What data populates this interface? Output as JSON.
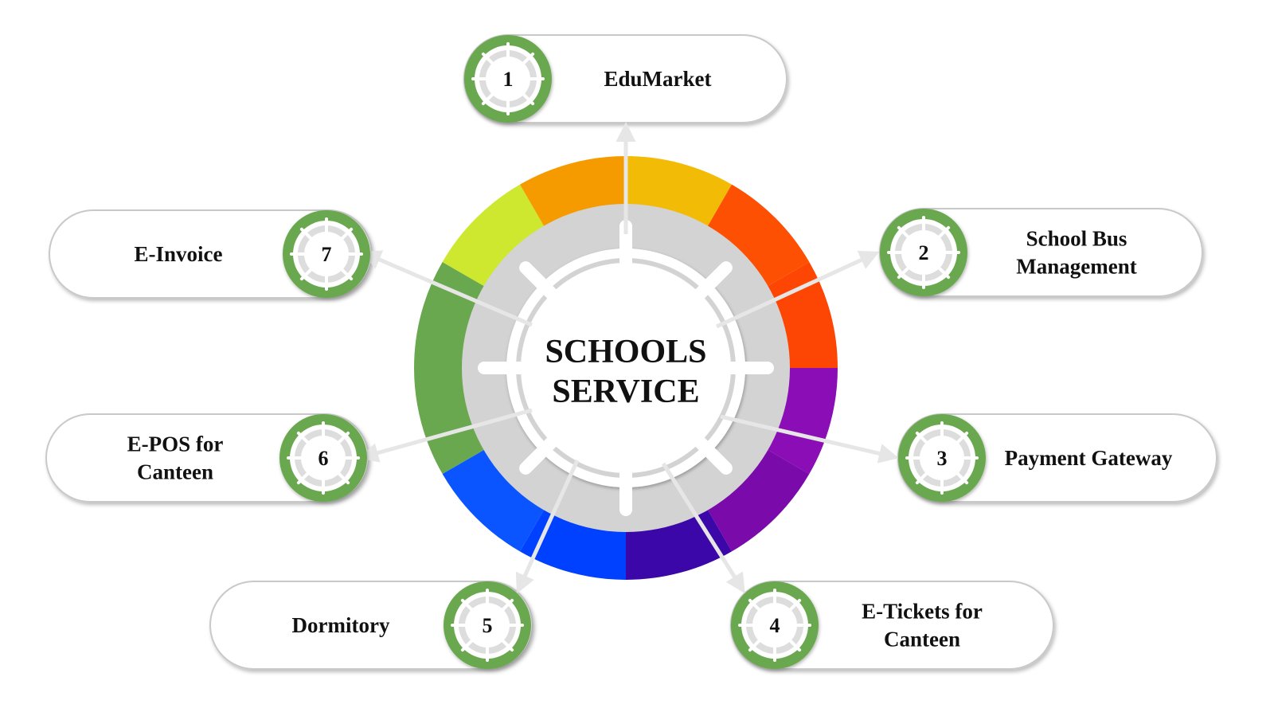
{
  "center": {
    "line1": "SCHOOLS",
    "line2": "SERVICE"
  },
  "colors": {
    "badge": "#6aa84f",
    "pill_border": "#c9c9c9",
    "inner_ring": "#d3d3d3",
    "arrow": "#e6e6e6",
    "ring_segments": [
      "#f2bb05",
      "#fe5003",
      "#fe4604",
      "#8a0db5",
      "#7a0aaa",
      "#3b07a8",
      "#0040ff",
      "#0a55ff",
      "#6aa84f",
      "#6aa84f",
      "#cde82e",
      "#f59b00"
    ]
  },
  "nodes": [
    {
      "number": "1",
      "lines": [
        "EduMarket"
      ]
    },
    {
      "number": "2",
      "lines": [
        "School Bus",
        "Management"
      ]
    },
    {
      "number": "3",
      "lines": [
        "Payment Gateway"
      ]
    },
    {
      "number": "4",
      "lines": [
        "E-Tickets for",
        "Canteen"
      ]
    },
    {
      "number": "5",
      "lines": [
        "Dormitory"
      ]
    },
    {
      "number": "6",
      "lines": [
        "E-POS for",
        "Canteen"
      ]
    },
    {
      "number": "7",
      "lines": [
        "E-Invoice"
      ]
    }
  ]
}
